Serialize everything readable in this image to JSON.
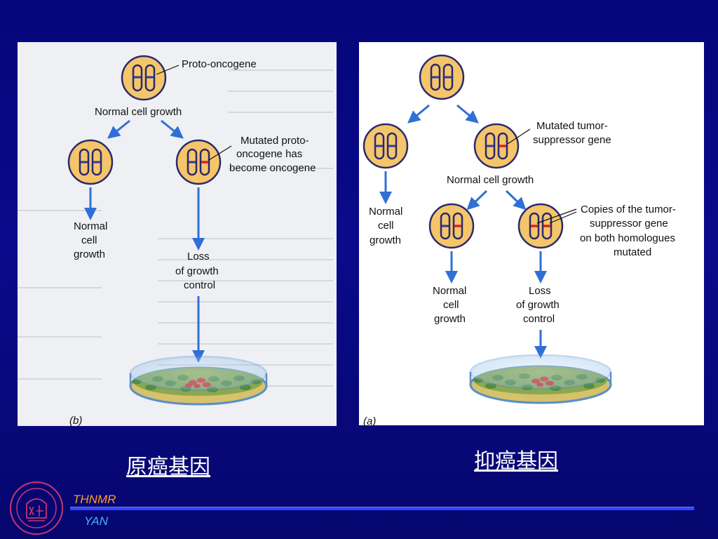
{
  "left_panel": {
    "proto_label": "Proto-oncogene",
    "normal_growth_top": "Normal cell growth",
    "mutated_label": [
      "Mutated proto-",
      "oncogene has",
      "become oncogene"
    ],
    "normal_growth_branch": [
      "Normal",
      "cell",
      "growth"
    ],
    "loss_control": [
      "Loss",
      "of growth",
      "control"
    ],
    "panel_letter": "(b)"
  },
  "right_panel": {
    "mutated_label": [
      "Mutated tumor-",
      "suppressor gene"
    ],
    "normal_growth_mid": "Normal cell growth",
    "normal_growth_left": [
      "Normal",
      "cell",
      "growth"
    ],
    "copies_label": [
      "Copies of the tumor-",
      "suppressor gene",
      "on both homologues",
      "mutated"
    ],
    "normal_growth_bottom": [
      "Normal",
      "cell",
      "growth"
    ],
    "loss_control": [
      "Loss",
      "of growth",
      "control"
    ],
    "panel_letter": "(a)"
  },
  "captions": {
    "left": "原癌基因",
    "right": "抑癌基因"
  },
  "footer": {
    "brand_top": "THNMR",
    "brand_bottom": "YAN"
  },
  "colors": {
    "background": "#05057a",
    "cell_fill": "#f5c56a",
    "cell_border": "#2a2a6e",
    "chromosome_blue": "#2b3aa0",
    "mutation_red": "#e02020",
    "arrow": "#2f6fd6"
  }
}
